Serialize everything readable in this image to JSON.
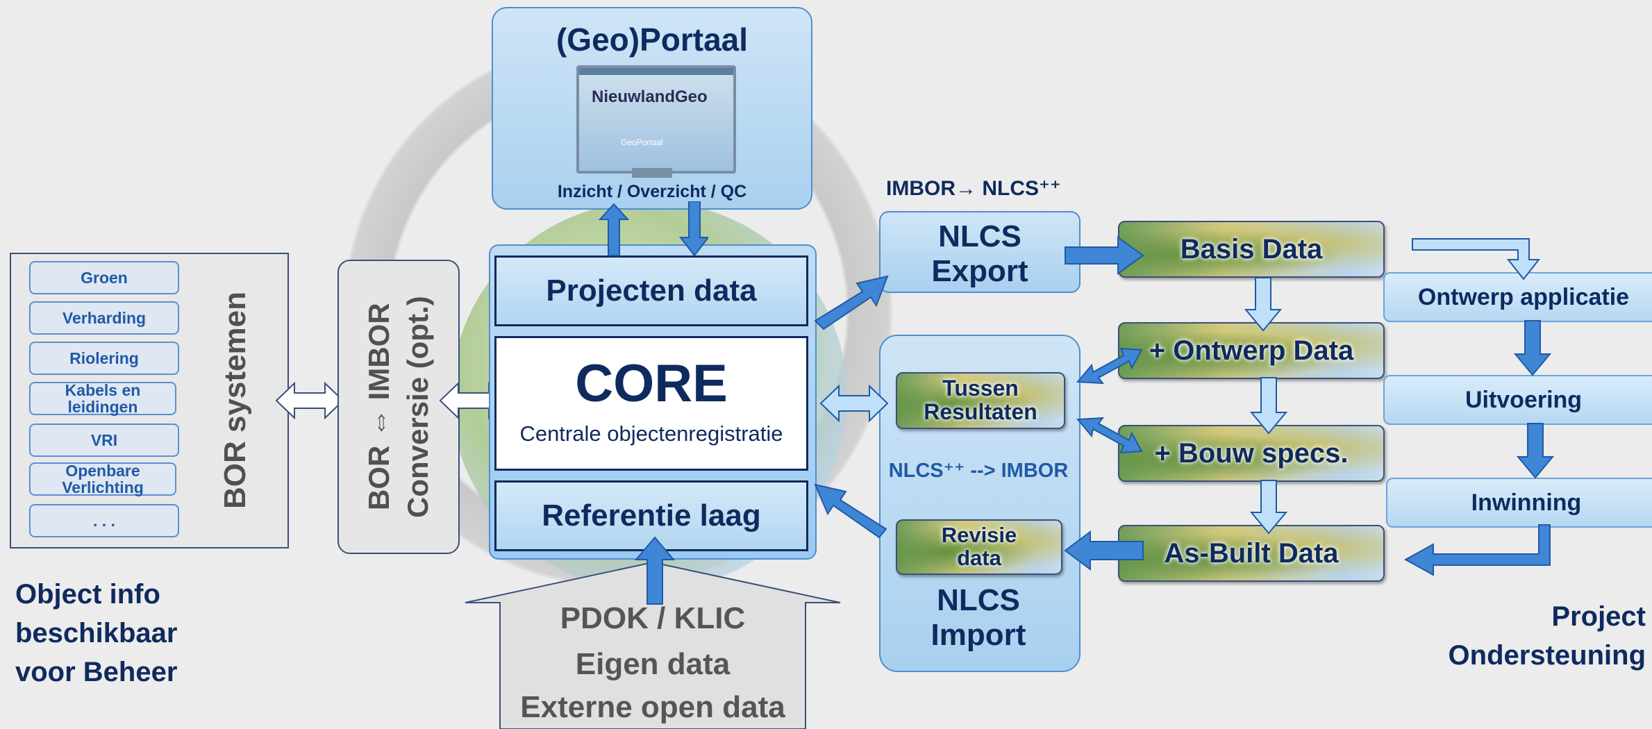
{
  "geoportaal": {
    "title": "(Geo)Portaal",
    "screen_logo": "NieuwlandGeo",
    "screen_caption": "GeoPortaal",
    "subtitle": "Inzicht / Overzicht / QC"
  },
  "bor_systems": {
    "title": "BOR systemen",
    "items": [
      "Groen",
      "Verharding",
      "Riolering",
      "Kabels en leidingen",
      "VRI",
      "Openbare Verlichting",
      ". . ."
    ]
  },
  "conversion": {
    "line1": "BOR ⇔ IMBOR",
    "line2": "Conversie (opt.)"
  },
  "core": {
    "projecten": "Projecten data",
    "title": "CORE",
    "subtitle": "Centrale objectenregistratie",
    "referentie": "Referentie laag"
  },
  "sources": {
    "lines": [
      "PDOK / KLIC",
      "Eigen data",
      "Externe open data"
    ]
  },
  "bottom_left": {
    "lines": [
      "Object info",
      "beschikbaar",
      "voor Beheer"
    ]
  },
  "bottom_right": {
    "lines": [
      "Project",
      "Ondersteuning"
    ]
  },
  "nlcs_export": {
    "label_above": "IMBOR→ NLCS⁺⁺",
    "title_line1": "NLCS",
    "title_line2": "Export"
  },
  "nlcs_import": {
    "tussen_line1": "Tussen",
    "tussen_line2": "Resultaten",
    "mid_label": "NLCS⁺⁺ --> IMBOR",
    "revisie_line1": "Revisie",
    "revisie_line2": "data",
    "title_line1": "NLCS",
    "title_line2": "Import"
  },
  "data_chain": {
    "items": [
      "Basis Data",
      "+ Ontwerp Data",
      "+ Bouw specs.",
      "As-Built Data"
    ]
  },
  "project_flow": {
    "items": [
      "Ontwerp applicatie",
      "Uitvoering",
      "Inwinning"
    ]
  },
  "colors": {
    "navy": "#0f2a5e",
    "accent_blue": "#1f5aa6",
    "arrow_blue": "#3f86d6",
    "box_blue": "#b6d8f2"
  }
}
